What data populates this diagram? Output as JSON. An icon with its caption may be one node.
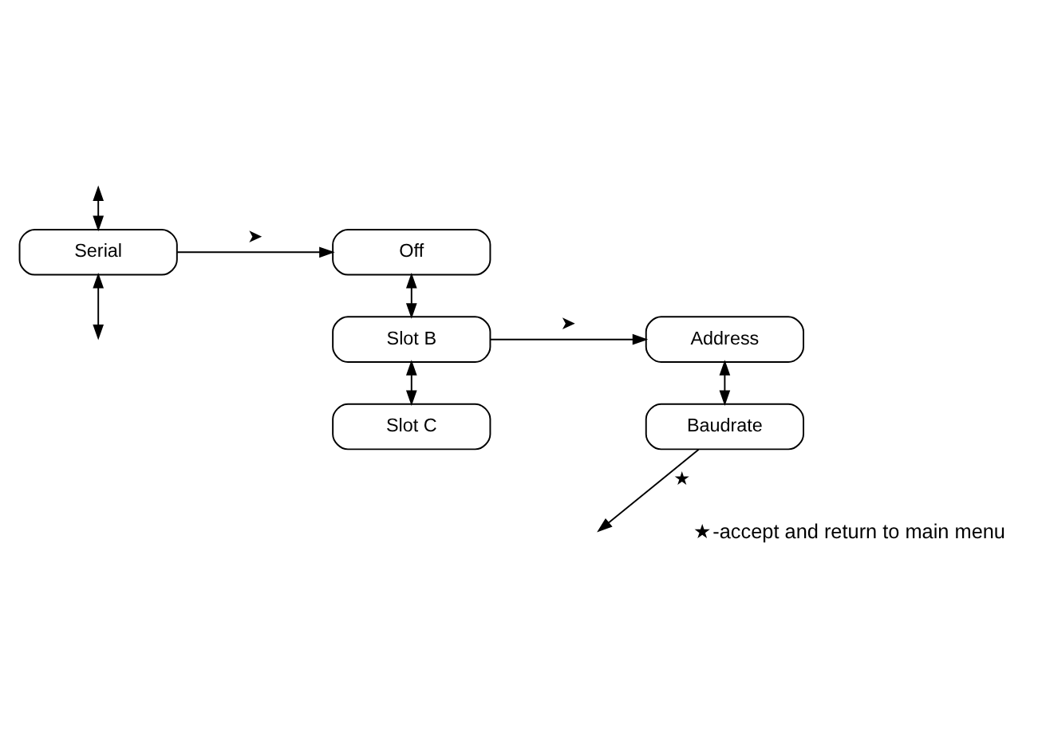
{
  "diagram": {
    "nodes": [
      {
        "text": [
          "Serial"
        ]
      },
      {
        "text": [
          "Off"
        ]
      },
      {
        "text": [
          "Slot B"
        ]
      },
      {
        "text": [
          "Address"
        ]
      },
      {
        "text": [
          "Slot C"
        ]
      },
      {
        "text": [
          "Baudrate"
        ]
      }
    ],
    "edges": [
      {
        "from": null,
        "to": 0,
        "arrow": "both"
      },
      {
        "from": 0,
        "to": null,
        "arrow": "both"
      },
      {
        "from": 0,
        "to": 1,
        "arrow": "to",
        "label": "➤"
      },
      {
        "from": 1,
        "to": 2,
        "arrow": "both"
      },
      {
        "from": 2,
        "to": 3,
        "arrow": "to",
        "label": "➤"
      },
      {
        "from": 2,
        "to": 4,
        "arrow": "both"
      },
      {
        "from": 3,
        "to": 5,
        "arrow": "both"
      },
      {
        "from": 5,
        "to": null,
        "arrow": "to",
        "label": "★"
      }
    ],
    "labels": [
      "★-accept and return to main menu"
    ]
  }
}
